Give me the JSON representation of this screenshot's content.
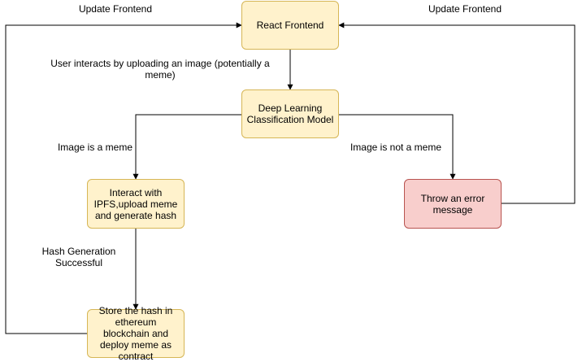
{
  "colors": {
    "process_fill": "#fff2cc",
    "process_border": "#d6b656",
    "error_fill": "#f8cecc",
    "error_border": "#b85450",
    "edge": "#000000"
  },
  "nodes": {
    "react_frontend": "React Frontend",
    "dl_model": "Deep Learning Classification Model",
    "ipfs": "Interact with IPFS,upload meme and generate hash",
    "error": "Throw an error message",
    "store_hash": "Store the hash in ethereum blockchain and deploy meme as contract"
  },
  "edge_labels": {
    "update_left": "Update Frontend",
    "update_right": "Update Frontend",
    "user_interacts": "User interacts by uploading an image (potentially a meme)",
    "is_meme": "Image is a meme",
    "not_meme": "Image is not a meme",
    "hash_success": "Hash Generation Successful"
  }
}
